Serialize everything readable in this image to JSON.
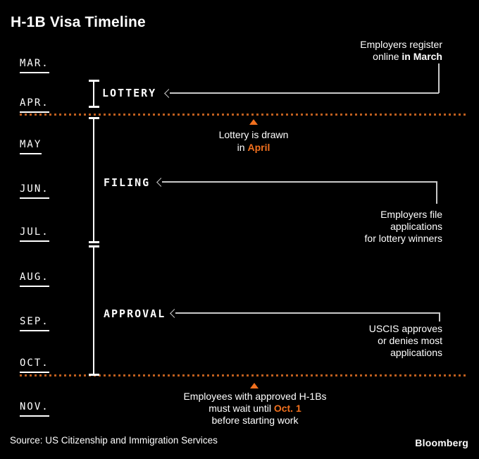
{
  "title": "H-1B Visa Timeline",
  "months": [
    "MAR.",
    "APR.",
    "MAY",
    "JUN.",
    "JUL.",
    "AUG.",
    "SEP.",
    "OCT.",
    "NOV."
  ],
  "stages": {
    "lottery": {
      "label": "LOTTERY",
      "note_line1": "Employers register",
      "note_line2_normal": "online ",
      "note_line2_bold": "in March"
    },
    "filing": {
      "label": "FILING",
      "note_line1": "Employers file",
      "note_line2": "applications",
      "note_line3": "for lottery winners"
    },
    "approval": {
      "label": "APPROVAL",
      "note_line1": "USCIS approves",
      "note_line2": "or denies most",
      "note_line3": "applications"
    }
  },
  "callouts": {
    "april": {
      "line1": "Lottery is drawn",
      "line2_prefix": "in ",
      "line2_accent": "April"
    },
    "october": {
      "line1": "Employees with approved H-1Bs",
      "line2_prefix": "must wait until ",
      "line2_accent": "Oct. 1",
      "line3": "before starting work"
    }
  },
  "footer": {
    "source": "Source: US Citizenship and Immigration Services",
    "credit": "Bloomberg"
  },
  "colors": {
    "background": "#000000",
    "text": "#ffffff",
    "accent": "#f1701e",
    "dots": "#c05f1e",
    "connector": "#c9c9c9"
  },
  "chart_data": {
    "type": "table",
    "title": "H-1B Visa Timeline",
    "axis": {
      "orientation": "vertical",
      "ticks": [
        "MAR.",
        "APR.",
        "MAY",
        "JUN.",
        "JUL.",
        "AUG.",
        "SEP.",
        "OCT.",
        "NOV."
      ]
    },
    "phases": [
      {
        "name": "LOTTERY",
        "start": "March",
        "end": "April",
        "note": "Employers register online in March"
      },
      {
        "name": "FILING",
        "start": "April",
        "end": "July",
        "note": "Employers file applications for lottery winners"
      },
      {
        "name": "APPROVAL",
        "start": "August",
        "end": "October",
        "note": "USCIS approves or denies most applications"
      }
    ],
    "events": [
      {
        "text": "Lottery is drawn in April",
        "position": "after APR."
      },
      {
        "text": "Employees with approved H-1Bs must wait until Oct. 1 before starting work",
        "position": "after OCT."
      }
    ],
    "source": "Source: US Citizenship and Immigration Services",
    "credit": "Bloomberg"
  }
}
